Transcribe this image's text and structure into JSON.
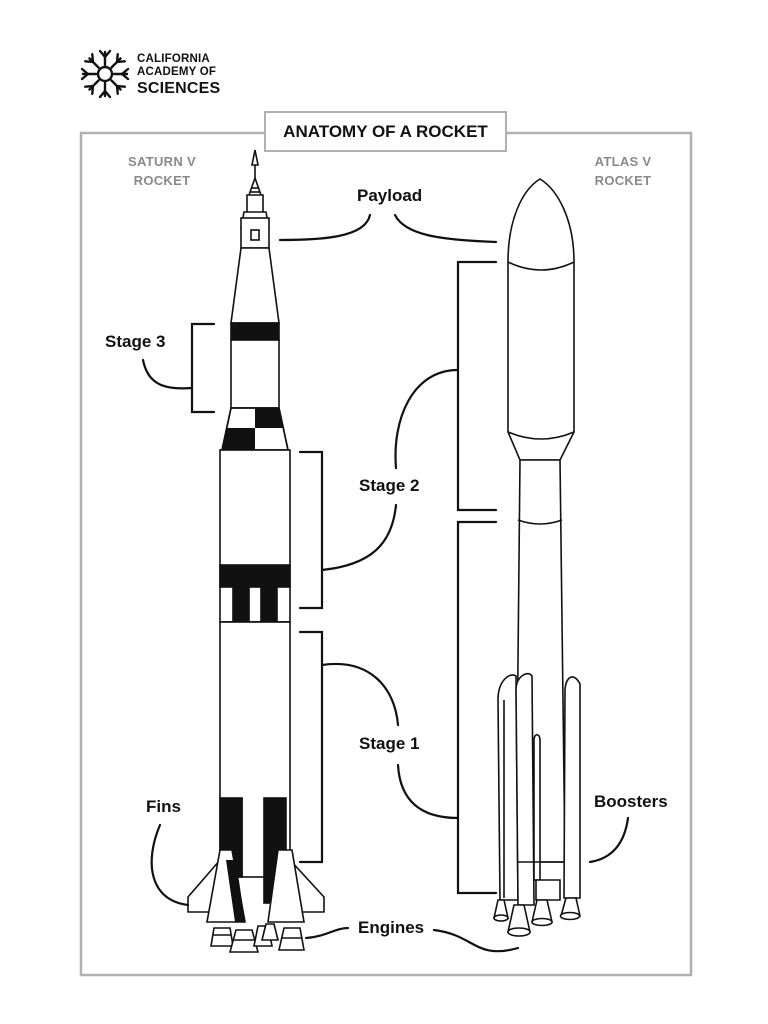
{
  "logo": {
    "line1": "CALIFORNIA",
    "line2": "ACADEMY OF",
    "line3": "SCIENCES"
  },
  "title": "ANATOMY OF A ROCKET",
  "rockets": {
    "left": {
      "line1": "SATURN V",
      "line2": "ROCKET"
    },
    "right": {
      "line1": "ATLAS V",
      "line2": "ROCKET"
    }
  },
  "labels": {
    "payload": "Payload",
    "stage3": "Stage 3",
    "stage2": "Stage 2",
    "stage1": "Stage 1",
    "fins": "Fins",
    "boosters": "Boosters",
    "engines": "Engines"
  },
  "colors": {
    "ink": "#111111",
    "frame": "#b0b0b0",
    "subtitle": "#8a8a8a"
  }
}
